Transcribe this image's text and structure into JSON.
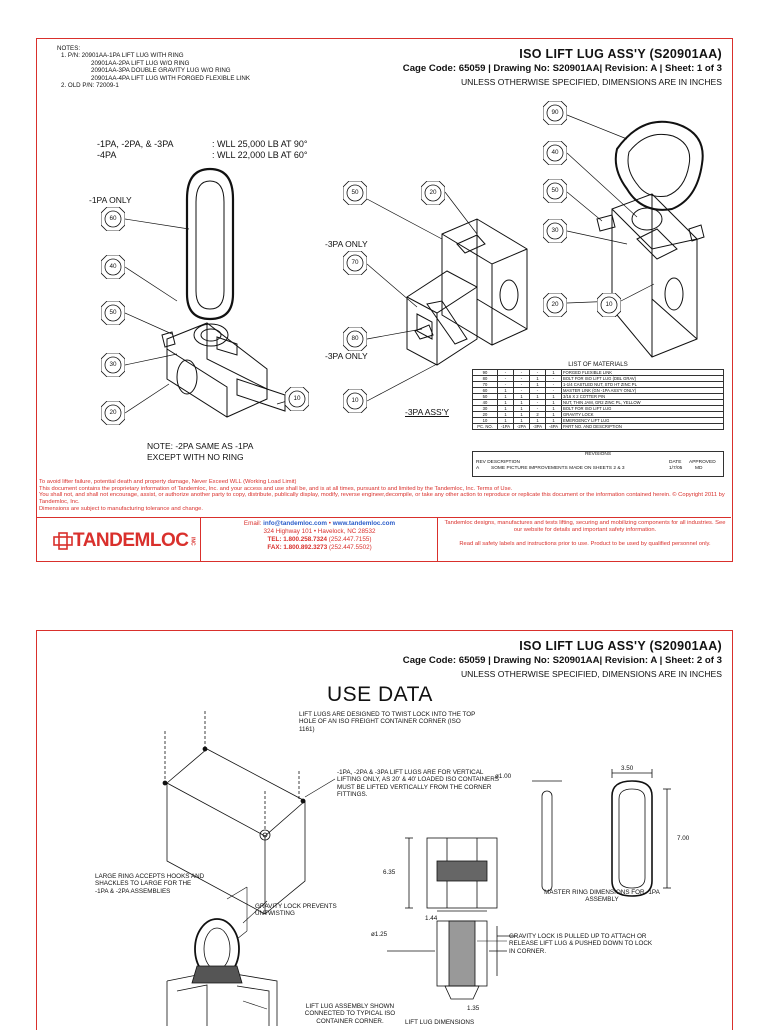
{
  "sheet1": {
    "notes": {
      "header": "NOTES:",
      "lines": [
        "1. P/N:    20901AA-1PA LIFT LUG WITH RING",
        "20901AA-2PA LIFT LUG W/O RING",
        "20901AA-3PA DOUBLE GRAVITY LUG W/O RING",
        "20901AA-4PA LIFT LUG WITH FORGED FLEXIBLE LINK",
        "2. OLD P/N: 72009-1"
      ]
    },
    "title": "ISO LIFT LUG ASS'Y (S20901AA)",
    "subtitle": "Cage Code: 65059 | Drawing No: S20901AA| Revision: A | Sheet: 1 of 3",
    "dims_note": "UNLESS OTHERWISE SPECIFIED, DIMENSIONS ARE IN INCHES",
    "wll": [
      {
        "left": "-1PA, -2PA, & -3PA",
        "right": ": WLL 25,000 LB AT 90°"
      },
      {
        "left": "-4PA",
        "right": ": WLL 22,000 LB AT 60°"
      }
    ],
    "labels": {
      "only_1pa": "-1PA ONLY",
      "only_3pa_a": "-3PA ONLY",
      "only_3pa_b": "-3PA ONLY",
      "assy_3pa": "-3PA ASS'Y",
      "note_2pa_1": "NOTE: -2PA SAME AS -1PA",
      "note_2pa_2": "EXCEPT WITH NO RING"
    },
    "bubbles": {
      "b60": "60",
      "b40a": "40",
      "b50a": "50",
      "b30a": "30",
      "b20a": "20",
      "b10a": "10",
      "b50b": "50",
      "b20b": "20",
      "b70": "70",
      "b80": "80",
      "b10b": "10",
      "b90": "90",
      "b40c": "40",
      "b50c": "50",
      "b30c": "30",
      "b20c": "20",
      "b10c": "10"
    },
    "bom": {
      "title": "LIST OF MATERIALS",
      "rows": [
        [
          "90",
          "-",
          "-",
          "-",
          "1",
          "FORGED FLEXIBLE LINK"
        ],
        [
          "80",
          "-",
          "-",
          "1",
          "-",
          "BOLT FOR ISO LIFT LUG (DBL GRAV)"
        ],
        [
          "70",
          "-",
          "-",
          "1",
          "-",
          "1-1/4 CASTLED NUT, STD HT ZINC PL"
        ],
        [
          "60",
          "1",
          "-",
          "-",
          "-",
          "MASTER LINK (GN -1PA ASS'Y ONLY)"
        ],
        [
          "50",
          "1",
          "1",
          "1",
          "1",
          "3/16 X 2 COTTER PIN"
        ],
        [
          "40",
          "1",
          "1",
          "-",
          "1",
          "NUT, THIN JAM, GR2 ZINC PL, YELLOW"
        ],
        [
          "30",
          "1",
          "1",
          "-",
          "1",
          "BOLT FOR ISO LIFT LUG"
        ],
        [
          "20",
          "1",
          "1",
          "2",
          "1",
          "GRAVITY LOCK"
        ],
        [
          "10",
          "1",
          "1",
          "1",
          "1",
          "EMERGENCY LIFT LUG"
        ],
        [
          "PC. NO.",
          "-1PA",
          "-2PA",
          "-3PA",
          "-4PA",
          "PART NO. AND DESCRIPTION"
        ]
      ]
    },
    "revisions": {
      "title": "REVISIONS",
      "col_rev": "REV  DESCRIPTION",
      "col_date": "DATE",
      "col_appr": "APPROVED",
      "row_rev": "A",
      "row_desc": "SOME PICTURE IMPROVEMENTS MADE ON SHEETS 2 & 3",
      "row_date": "1/7/05",
      "row_appr": "MD"
    },
    "disclaimer": [
      "To avoid lifter failure, potential death and property damage, Never Exceed WLL (Working Load Limit)",
      "This document contains the proprietary information of Tandemloc, Inc. and your access and use shall be, and is at all times, pursuant to and limited by the Tandemloc, Inc. Terms of Use.",
      "You shall not, and shall not encourage, assist, or authorize another party to copy, distribute, publically display, modify, reverse engineer,decompile, or take any other action to reproduce or replicate this document or the information contained herein. © Copyright 2011 by Tandemloc, Inc.",
      "Dimensions are subject to manufacturing tolerance and change."
    ],
    "footer": {
      "logo_word": "TANDEMLOC",
      "logo_inc": "INC",
      "email_label": "Email:",
      "email": "info@tandemloc.com",
      "sep": " • ",
      "website": "www.tandemloc.com",
      "address": "324 Highway 101 • Havelock, NC 28532",
      "tel_label": "TEL: 1.800.258.7324",
      "tel_alt": "(252.447.7155)",
      "fax_label": "FAX: 1.800.892.3273",
      "fax_alt": "(252.447.5502)",
      "legal1": "Tandemloc designs, manufactures and tests lifting, securing and mobilizing components for all industries. See our website for details and important safety information.",
      "legal2": "Read all safety labels and instructions prior to use.  Product to be used by qualified personnel only."
    }
  },
  "sheet2": {
    "title": "ISO LIFT LUG ASS'Y (S20901AA)",
    "subtitle": "Cage Code: 65059 | Drawing No: S20901AA| Revision: A | Sheet: 2 of 3",
    "dims_note": "UNLESS OTHERWISE SPECIFIED, DIMENSIONS ARE IN INCHES",
    "heading": "USE DATA",
    "callouts": {
      "twist": "LIFT LUGS ARE DESIGNED TO TWIST LOCK INTO THE TOP HOLE OF AN ISO FREIGHT CONTAINER CORNER (ISO 1161)",
      "vertical": "-1PA, -2PA & -3PA LIFT LUGS ARE FOR VERTICAL LIFTING ONLY, AS 20' & 40' LOADED ISO CONTAINERS MUST BE LIFTED VERTICALLY FROM THE CORNER FITTINGS.",
      "large_ring": "LARGE RING ACCEPTS HOOKS AND SHACKLES TO LARGE FOR THE -1PA & -2PA ASSEMBLIES",
      "gravity_untwist": "GRAVITY LOCK PREVENTS UNTWISTING",
      "gravity_pulled": "GRAVITY LOCK IS PULLED UP TO ATTACH OR RELEASE LIFT LUG & PUSHED DOWN TO LOCK IN CORNER.",
      "shown": "LIFT LUG ASSEMBLY SHOWN CONNECTED TO TYPICAL ISO CONTAINER CORNER.",
      "lug_dims": "LIFT LUG DIMENSIONS",
      "master_ring": "MASTER RING DIMENSIONS FOR -1PA ASSEMBLY"
    },
    "dims": {
      "d100": "ø1.00",
      "d350": "3.50",
      "d700": "7.00",
      "d635": "6.35",
      "d144": "1.44",
      "d125": "ø1.25",
      "d135": "1.35"
    }
  }
}
